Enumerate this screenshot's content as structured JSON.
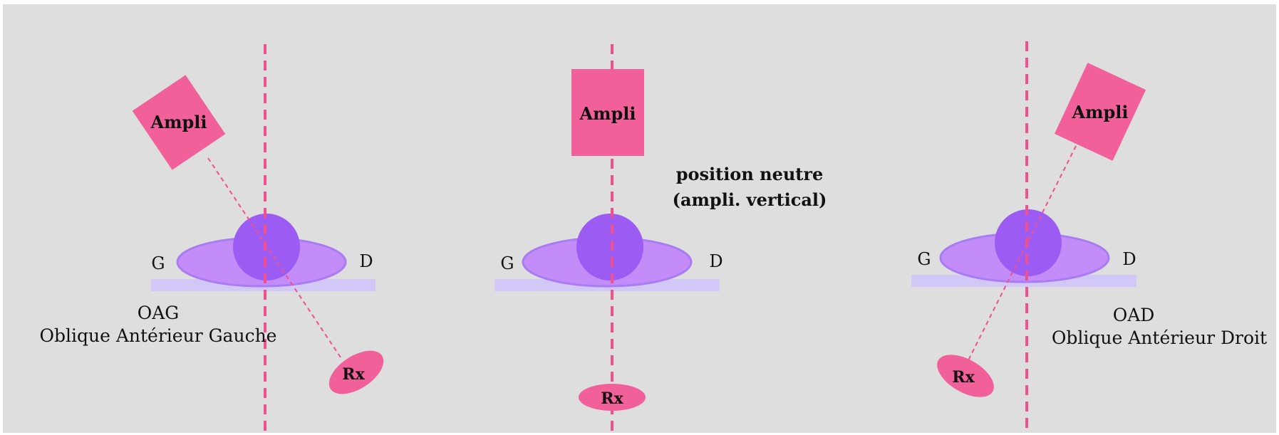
{
  "colors": {
    "background": "#dedede",
    "pink": "#f2609a",
    "pink_line": "#f0508c",
    "body_ellipse": "#c38cf8",
    "body_ellipse_edge": "#a97cf4",
    "head_circle": "#9c5cf4",
    "table": "#d2c8f8",
    "text": "#111111"
  },
  "panels": [
    {
      "id": "oag",
      "amplifier_label": "Ampli",
      "source_label": "Rx",
      "left_label": "G",
      "right_label": "D",
      "abbreviation": "OAG",
      "title": "Oblique Antérieur Gauche"
    },
    {
      "id": "neutral",
      "amplifier_label": "Ampli",
      "source_label": "Rx",
      "left_label": "G",
      "right_label": "D",
      "caption_line1": "position neutre",
      "caption_line2": "(ampli. vertical)"
    },
    {
      "id": "oad",
      "amplifier_label": "Ampli",
      "source_label": "Rx",
      "left_label": "G",
      "right_label": "D",
      "abbreviation": "OAD",
      "title": "Oblique Antérieur Droit"
    }
  ]
}
